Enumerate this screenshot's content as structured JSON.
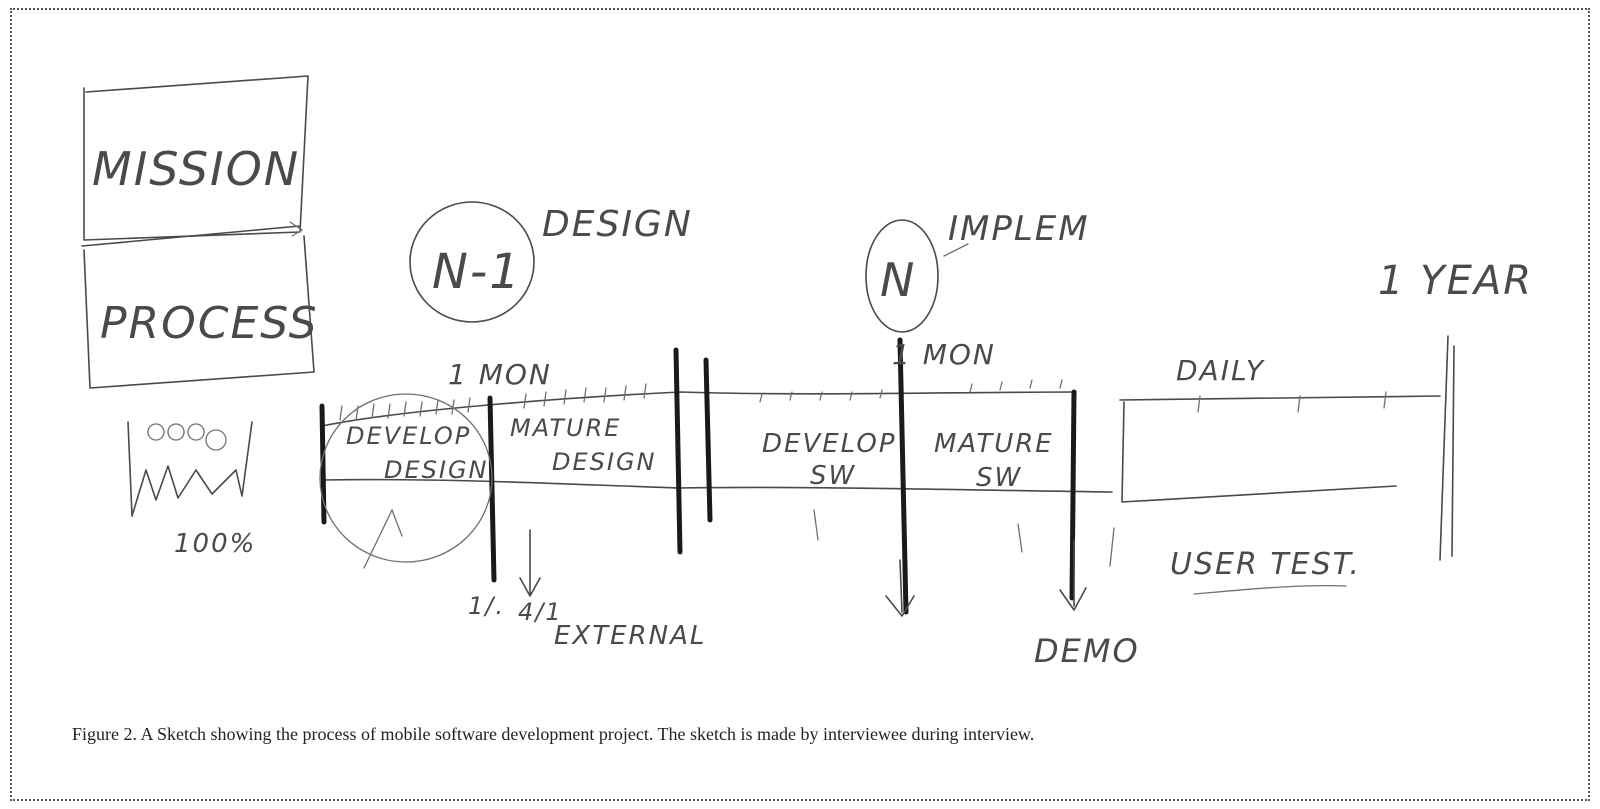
{
  "sketch": {
    "labels": {
      "mission": "MISSION",
      "process": "PROCESS",
      "percent": "100%",
      "n_minus_1": "N-1",
      "design": "DESIGN",
      "n": "N",
      "implem": "IMPLEM",
      "one_year": "1 YEAR",
      "one_mon_a": "1 MON",
      "one_mon_b": "1 MON",
      "develop_design": [
        "DEVELOP",
        "DESIGN"
      ],
      "mature_design": [
        "MATURE",
        "DESIGN"
      ],
      "develop_sw": [
        "DEVELOP",
        "SW"
      ],
      "mature_sw": [
        "MATURE",
        "SW"
      ],
      "daily": "DAILY",
      "user_test": "USER TEST.",
      "date_a": "1/.",
      "date_b": "4/1",
      "external": "EXTERNAL",
      "demo": "DEMO"
    }
  },
  "caption": {
    "text": "Figure 2. A Sketch showing the process of  mobile software development project. The sketch is made by interviewee during interview."
  }
}
